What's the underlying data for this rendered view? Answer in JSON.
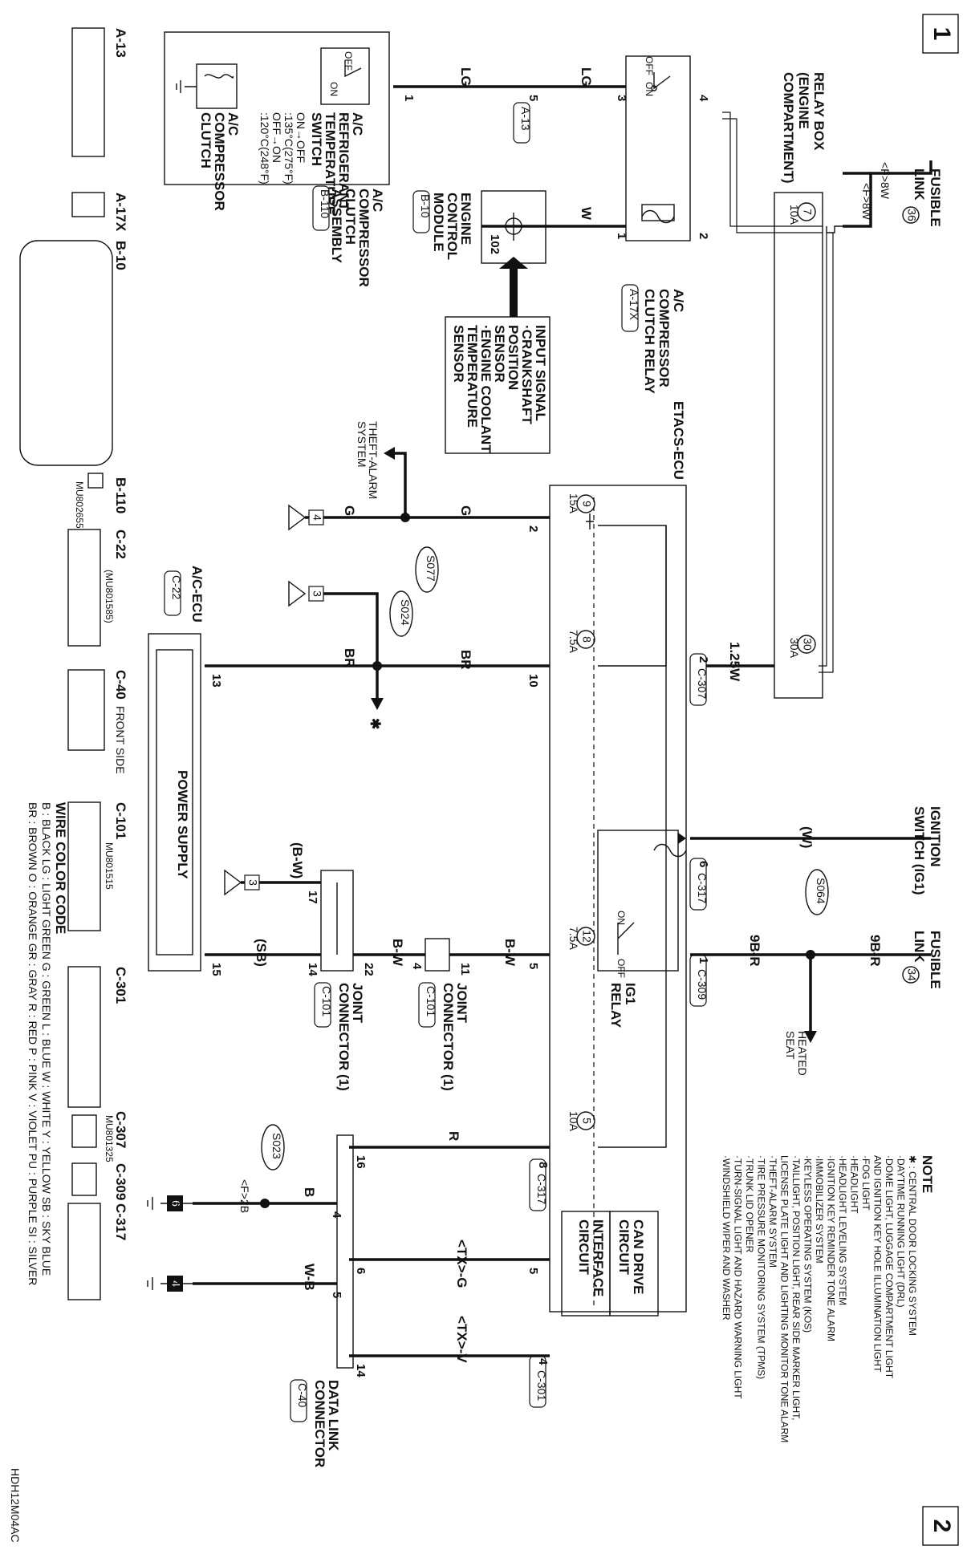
{
  "page": {
    "number_top": "1",
    "number_bottom": "2",
    "code": "HDH12M04AC"
  },
  "fusible_link_36": {
    "line1": "FUSIBLE",
    "line2": "LINK",
    "num": "36"
  },
  "fusible_link_34": {
    "line1": "FUSIBLE",
    "line2": "LINK",
    "num": "34"
  },
  "ignition_switch": {
    "line1": "IGNITION",
    "line2": "SWITCH (IG1)"
  },
  "relay_box": {
    "line1": "RELAY BOX",
    "line2": "(ENGINE",
    "line3": "COMPARTMENT)"
  },
  "fuse_labels": {
    "f7_num": "7",
    "f7_amp": "10A",
    "f30_num": "30",
    "f30_amp": "30A",
    "f9_num": "9",
    "f9_amp": "15A",
    "f8_num": "8",
    "f8_amp": "7.5A",
    "f12_num": "12",
    "f12_amp": "7.5A",
    "f5_num": "5",
    "f5_amp": "10A"
  },
  "wire_codes": {
    "lg": "LG",
    "w": "W",
    "g": "G",
    "br": "BR",
    "b_w": "B-W",
    "b_w_paren": "(B-W)",
    "sb_paren": "(SB)",
    "r": "R",
    "b": "B",
    "w_b": "W-B",
    "nine_b_r": "9B-R",
    "one_25w": "1.25W",
    "w_paren": "(W)",
    "tx_g": "<TX>-G",
    "tx_v": "<TX>-V",
    "f8w": "<F>8W",
    "f2b": "<F>2B"
  },
  "ac_clutch_relay": {
    "line1": "A/C",
    "line2": "COMPRESSOR",
    "line3": "CLUTCH RELAY",
    "conn": "A-17X",
    "off": "OFF",
    "on": "ON"
  },
  "ac_clutch_assembly": {
    "line1": "A/C",
    "line2": "COMPRESSOR",
    "line3": "CLUTCH",
    "line4": "ASSEMBLY",
    "conn": "B-110"
  },
  "ac_temp_switch": {
    "line1": "A/C",
    "line2": "REFRIGERANT",
    "line3": "TEMPERATURE",
    "line4": "SWITCH",
    "line5": "ON→OFF",
    "line6": ":135°C(275°F)",
    "line7": "OFF→ON",
    "line8": ":120°C(248°F)",
    "off": "OFF",
    "on": "ON"
  },
  "ac_clutch": {
    "line1": "A/C",
    "line2": "COMPRESSOR",
    "line3": "CLUTCH"
  },
  "ecm": {
    "line1": "ENGINE",
    "line2": "CONTROL",
    "line3": "MODULE",
    "conn": "B-10"
  },
  "input_signal": {
    "line1": "INPUT SIGNAL",
    "line2": "·CRANKSHAFT",
    "line3": "POSITION",
    "line4": "SENSOR",
    "line5": "·ENGINE COOLANT",
    "line6": "TEMPERATURE",
    "line7": "SENSOR"
  },
  "etacs": {
    "name": "ETACS-ECU",
    "can_line1": "CAN DRIVE",
    "can_line2": "CIRCUIT",
    "if_line1": "INTERFACE",
    "if_line2": "CIRCUIT"
  },
  "ig1_relay": {
    "line1": "IG1",
    "line2": "RELAY",
    "on": "ON",
    "off": "OFF"
  },
  "ac_ecu": {
    "name": "A/C-ECU",
    "conn": "C-22",
    "power": "POWER SUPPLY"
  },
  "joint_conn_1": {
    "line1": "JOINT",
    "line2": "CONNECTOR (1)",
    "conn": "C-101"
  },
  "joint_conn_2": {
    "line1": "JOINT",
    "line2": "CONNECTOR (1)",
    "conn": "C-101"
  },
  "dlc": {
    "line1": "DATA LINK",
    "line2": "CONNECTOR",
    "conn": "C-40"
  },
  "splices": {
    "s077": "S077",
    "s024": "S024",
    "s064": "S064",
    "s023": "S023"
  },
  "theft": {
    "line1": "THEFT-ALARM",
    "line2": "SYSTEM"
  },
  "heated_seat": {
    "line1": "HEATED",
    "line2": "SEAT"
  },
  "offpage": {
    "four": "4",
    "three_a": "3",
    "three_b": "3",
    "six": "6",
    "four_b": "4"
  },
  "connector_tags": {
    "a13": "A-13",
    "a17x": "A-17X",
    "c307": "C-307",
    "c317": "C-317",
    "c309": "C-309",
    "c301": "C-301"
  },
  "pins": {
    "p1": "1",
    "p5": "5",
    "p3": "3",
    "p4": "4",
    "p2": "2",
    "p1b": "1",
    "p102": "102",
    "p2b": "2",
    "p10": "10",
    "p13": "13",
    "p2c": "2",
    "p6": "6",
    "p1c": "1",
    "p5b": "5",
    "p11": "11",
    "p4b": "4",
    "p22": "22",
    "p14": "14",
    "p17": "17",
    "p15": "15",
    "p8": "8",
    "p16": "16",
    "p4c": "4",
    "p5c": "5",
    "p6b": "6",
    "p4d": "4",
    "p14b": "14",
    "p5d": "5"
  },
  "note": {
    "title": "NOTE",
    "lines": [
      "✱ : CENTRAL DOOR LOCKING SYSTEM",
      "·DAYTIME RUNNING LIGHT (DRL)",
      "·DOME LIGHT, LUGGAGE COMPARTMENT LIGHT",
      "  AND IGNITION KEY HOLE ILLUMINATION LIGHT",
      "·FOG LIGHT",
      "·HEADLIGHT",
      "·HEADLIGHT LEVELING SYSTEM",
      "·IGNITION KEY REMINDER TONE ALARM",
      "·IMMOBILIZER SYSTEM",
      "·KEYLESS OPERATING SYSTEM (KOS)",
      "·TAILLIGHT, POSITION LIGHT, REAR SIDE MARKER LIGHT,",
      "  LICENSE PLATE LIGHT AND LIGHTING MONITOR TONE ALARM",
      "·THEFT-ALARM SYSTEM",
      "·TIRE PRESSURE MONITORING SYSTEM (TPMS)",
      "·TRUNK LID OPENER",
      "·TURN-SIGNAL LIGHT AND HAZARD WARNING LIGHT",
      "·WINDSHIELD WIPER AND WASHER"
    ]
  },
  "connector_views": [
    {
      "name": "A-13",
      "extra": ""
    },
    {
      "name": "A-17X",
      "extra": ""
    },
    {
      "name": "B-10",
      "extra": ""
    },
    {
      "name": "B-110",
      "extra": "MU802655"
    },
    {
      "name": "C-22",
      "extra": "(MU801585)"
    },
    {
      "name": "C-40",
      "extra": "FRONT SIDE"
    },
    {
      "name": "C-101",
      "extra": "MU801515"
    },
    {
      "name": "C-301",
      "extra": ""
    },
    {
      "name": "C-307",
      "extra": "MU801325"
    },
    {
      "name": "C-309",
      "extra": ""
    },
    {
      "name": "C-317",
      "extra": ""
    }
  ],
  "wire_color_code": {
    "title": "WIRE COLOR CODE",
    "row1": "B : BLACK   LG : LIGHT GREEN   G : GREEN   L : BLUE   W : WHITE   Y : YELLOW   SB : SKY BLUE",
    "row2": "BR : BROWN   O : ORANGE   GR : GRAY   R : RED   P : PINK   V : VIOLET   PU : PURPLE   SI : SILVER"
  },
  "asterisk": "✱"
}
